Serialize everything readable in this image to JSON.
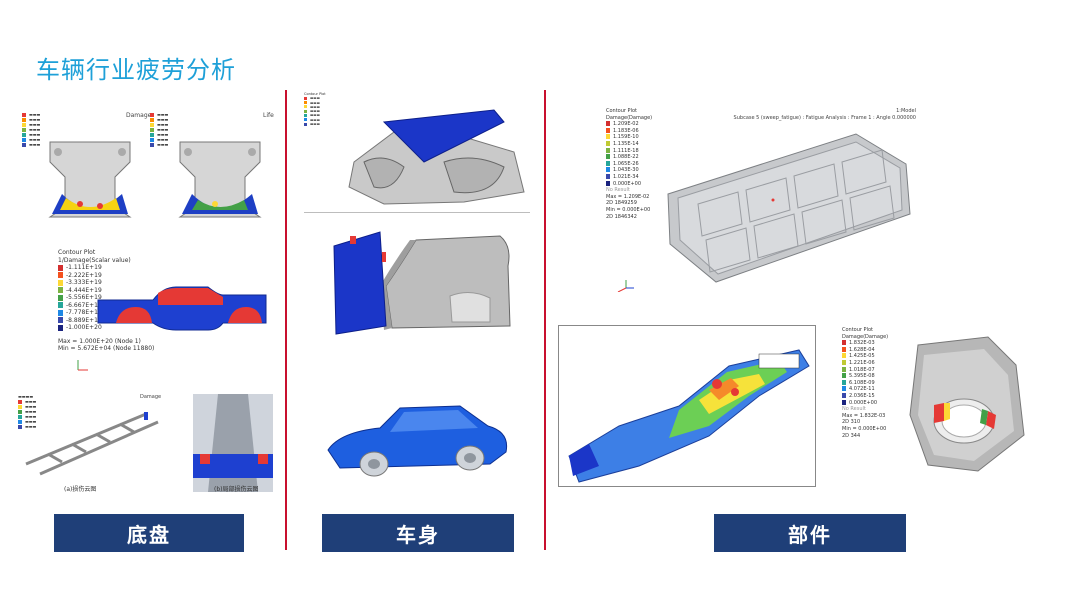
{
  "page": {
    "title": "车辆行业疲劳分析",
    "colors": {
      "title": "#1ea0d8",
      "divider": "#c8102e",
      "button": "#1f3f78"
    }
  },
  "sections": {
    "chassis": {
      "button_label": "底盘",
      "panel1": {
        "left_label": "Damage",
        "right_label": "Life"
      },
      "panel2": {
        "header": "Contour Plot",
        "subheader": "1/Damage(Scalar value)",
        "legend": [
          "-1.111E+19",
          "-2.222E+19",
          "-3.333E+19",
          "-4.444E+19",
          "-5.556E+19",
          "-6.667E+19",
          "-7.778E+19",
          "-8.889E+19",
          "-1.000E+20"
        ],
        "max_text": "Max = 1.000E+20 (Node 1)",
        "min_text": "Min = 5.672E+04 (Node 11880)"
      },
      "panel3": {
        "left_label": "Damage",
        "caption_a": "(a)损伤云图",
        "caption_b": "(b)局部损伤云图"
      }
    },
    "body": {
      "button_label": "车身"
    },
    "parts": {
      "button_label": "部件",
      "panel1": {
        "header": "Contour Plot",
        "subheader": "Damage(Damage)",
        "legend": [
          "1.209E-02",
          "1.183E-06",
          "1.159E-10",
          "1.135E-14",
          "1.111E-18",
          "1.088E-22",
          "1.065E-26",
          "1.043E-30",
          "1.021E-34",
          "0.000E+00"
        ],
        "no_result": "No Result",
        "max_text": "Max = 1.209E-02",
        "max_id": "2D 1849259",
        "min_text": "Min = 0.000E+00",
        "min_id": "2D 1846342",
        "model_label": "1:Model",
        "subcase_text": "Subcase 5 (sweep_fatigue) : Fatigue Analysis : Frame 1 : Angle 0.000000"
      },
      "panel3": {
        "header": "Contour Plot",
        "subheader": "Damage(Damage)",
        "legend": [
          "1.832E-03",
          "1.628E-04",
          "1.425E-05",
          "1.221E-06",
          "1.018E-07",
          "5.395E-08",
          "6.108E-09",
          "4.072E-11",
          "2.036E-15",
          "0.000E+00"
        ],
        "no_result": "No Result",
        "max_text": "Max = 1.832E-03",
        "max_id": "2D 310",
        "min_text": "Min = 0.000E+00",
        "min_id": "2D 344"
      }
    }
  }
}
